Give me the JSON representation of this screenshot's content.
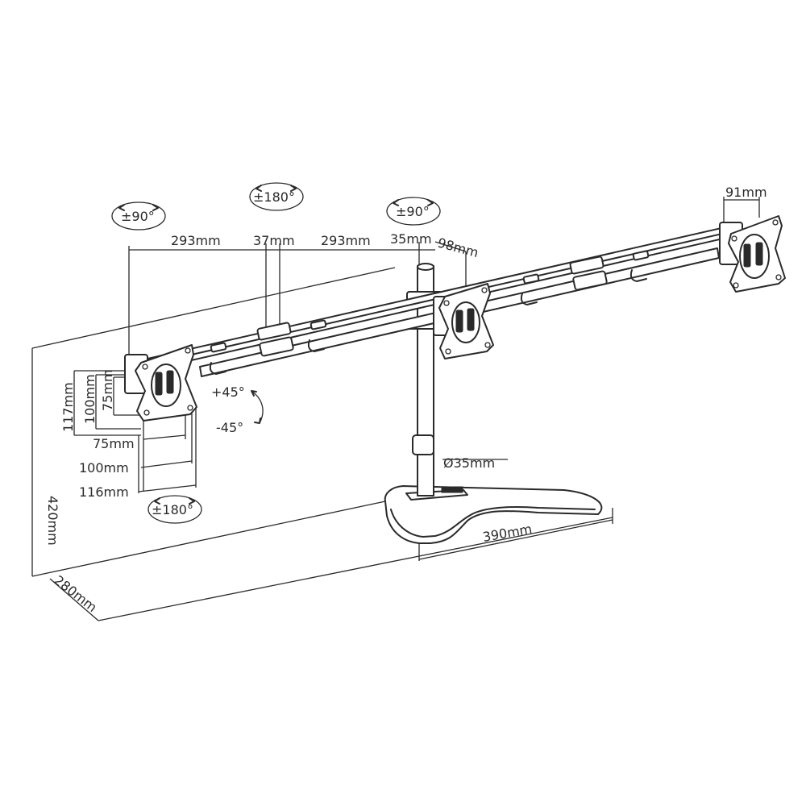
{
  "dimensions": {
    "arm_left_width": "293mm",
    "arm_center_gap": "37mm",
    "arm_right_width": "293mm",
    "pole_offset": "35mm",
    "center_offset": "98mm",
    "right_offset": "91mm",
    "vesa_h_117": "117mm",
    "vesa_h_100": "100mm",
    "vesa_h_75": "75mm",
    "vesa_w_75": "75mm",
    "vesa_w_100": "100mm",
    "vesa_w_116": "116mm",
    "total_height": "420mm",
    "base_depth": "280mm",
    "base_width": "390mm",
    "pole_diameter": "Ø35mm"
  },
  "rotations": {
    "left_top": "±90°",
    "center_top": "±180°",
    "center_right": "±90°",
    "bottom": "±180°",
    "tilt_up": "+45°",
    "tilt_down": "-45°"
  }
}
